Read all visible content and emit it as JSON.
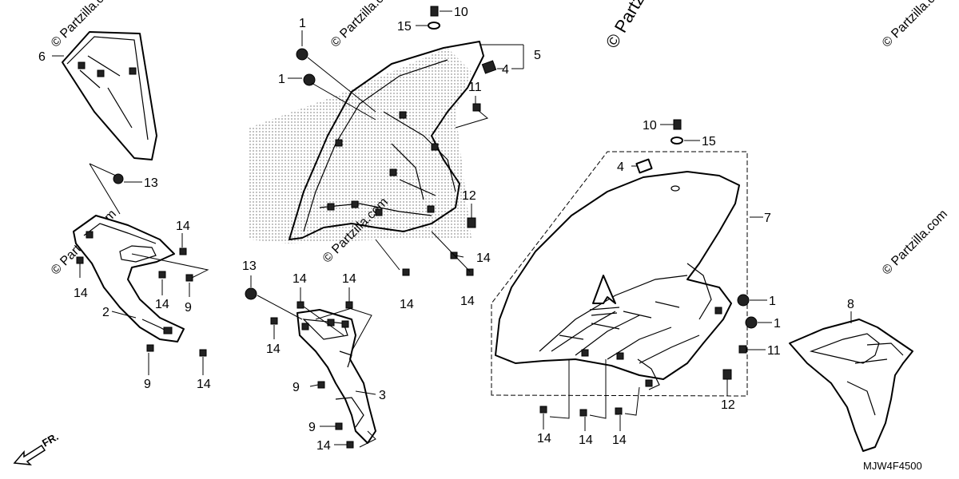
{
  "diagram": {
    "drawing_code": "MJW4F4500",
    "direction_label": "FR.",
    "watermark": "© Partzilla.com",
    "callouts": {
      "c1": "1",
      "c2": "2",
      "c3": "3",
      "c4": "4",
      "c5": "5",
      "c6": "6",
      "c7": "7",
      "c8": "8",
      "c9": "9",
      "c10": "10",
      "c11": "11",
      "c12": "12",
      "c13": "13",
      "c14": "14",
      "c15": "15"
    }
  }
}
